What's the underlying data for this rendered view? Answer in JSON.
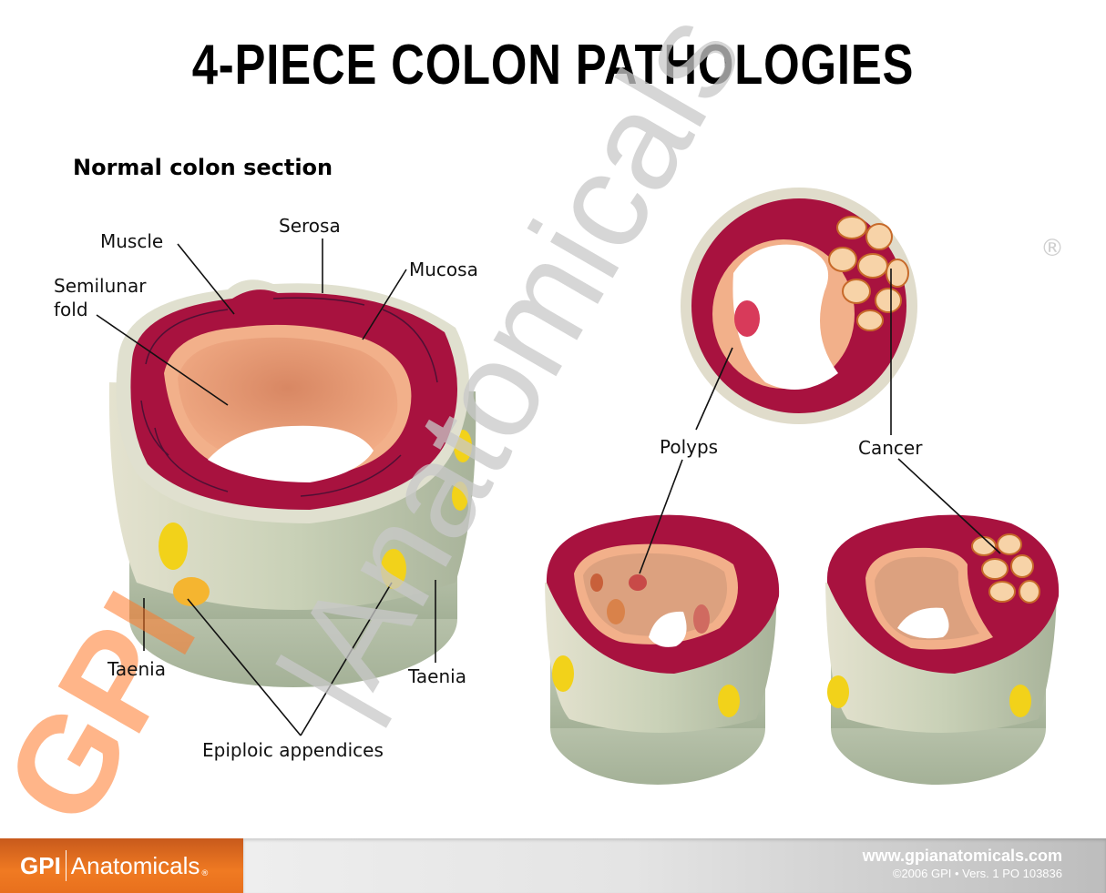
{
  "header": {
    "title": "4-PIECE COLON PATHOLOGIES",
    "subtitle": "Normal colon section"
  },
  "labels": {
    "muscle": "Muscle",
    "serosa": "Serosa",
    "mucosa": "Mucosa",
    "semilunar_fold_line1": "Semilunar",
    "semilunar_fold_line2": "fold",
    "taenia_left": "Taenia",
    "taenia_right": "Taenia",
    "epiploic_appendices": "Epiploic appendices",
    "polyps": "Polyps",
    "cancer": "Cancer"
  },
  "watermark": {
    "gpi": "GPI",
    "separator": "|",
    "anatomicals": "Anatomicals",
    "registered": "®",
    "gpi_color": "#ff7828",
    "text_color": "#c8c8c8"
  },
  "footer": {
    "brand_gpi": "GPI",
    "brand_name": "Anatomicals",
    "brand_registered": "®",
    "website": "www.gpianatomicals.com",
    "copyright": "©2006 GPI • Vers. 1 PO 103836",
    "brand_color": "#f07a22"
  },
  "colors": {
    "muscle": "#a8123f",
    "mucosa": "#f2b08a",
    "lumen": "#e79a74",
    "serosa": "#d8dccb",
    "body": "#c5cdb4",
    "appendix": "#f2d21a"
  }
}
